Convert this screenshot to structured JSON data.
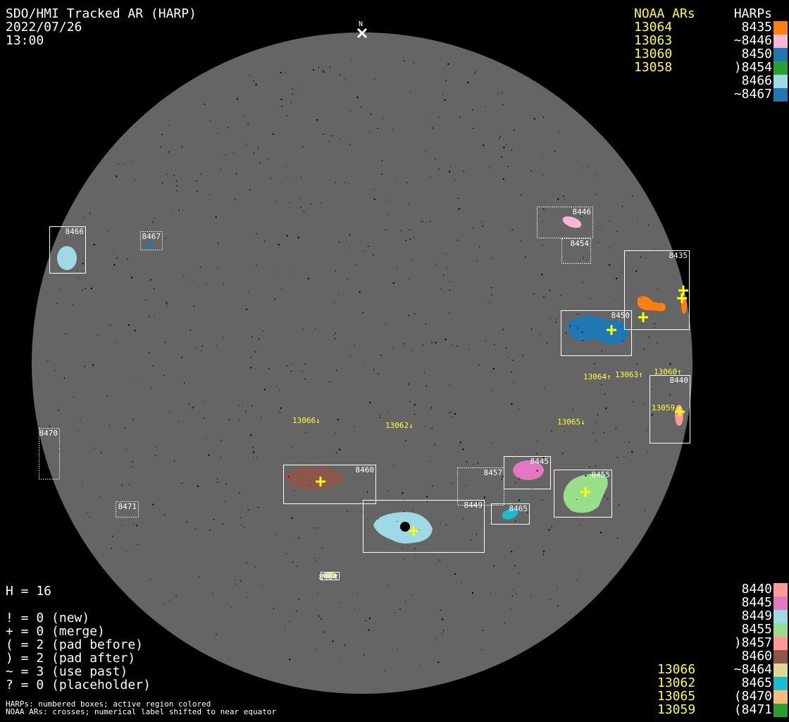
{
  "header": {
    "title": "SDO/HMI Tracked AR (HARP)",
    "date": "2022/07/26",
    "time": "13:00",
    "north_label": "N"
  },
  "legend_top": {
    "noaa_header": "NOAA ARs",
    "harp_header": "HARPs",
    "noaa": [
      "13064",
      "13063",
      "13060",
      "13058"
    ],
    "harps": [
      {
        "label": "8435",
        "color": "#ff7f0e"
      },
      {
        "label": "~8446",
        "color": "#f7b6d2"
      },
      {
        "label": "8450",
        "color": "#1f77b4"
      },
      {
        "label": ")8454",
        "color": "#2ca02c"
      },
      {
        "label": "8466",
        "color": "#9edae5"
      },
      {
        "label": "~8467",
        "color": "#1f77b4"
      }
    ]
  },
  "legend_bottom": {
    "noaa": [
      "13066",
      "13062",
      "13065",
      "13059"
    ],
    "harps": [
      {
        "label": "8440",
        "color": "#ff9896"
      },
      {
        "label": "8445",
        "color": "#e377c2"
      },
      {
        "label": "8449",
        "color": "#9edae5"
      },
      {
        "label": "8455",
        "color": "#98df8a"
      },
      {
        "label": ")8457",
        "color": "#ff9896"
      },
      {
        "label": "8460",
        "color": "#8c564b"
      },
      {
        "label": "~8464",
        "color": "#dbdb8d"
      },
      {
        "label": "8465",
        "color": "#17becf"
      },
      {
        "label": "(8470",
        "color": "#ffbb78"
      },
      {
        "label": "(8471",
        "color": "#2ca02c"
      }
    ]
  },
  "stats": {
    "h": "H = 16",
    "lines": [
      "! = 0 (new)",
      "+ = 0 (merge)",
      "( = 2 (pad before)",
      ") = 2 (pad after)",
      "~ = 3 (use past)",
      "? = 0 (placeholder)"
    ],
    "note1": "HARPs: numbered boxes; active region colored",
    "note2": "NOAA ARs: crosses; numerical label shifted to near equator"
  },
  "disk": {
    "harp_boxes": [
      "8466",
      "8467",
      "8446",
      "8454",
      "8435",
      "8450",
      "8440",
      "8470",
      "8471",
      "8460",
      "8449",
      "8457",
      "8445",
      "8465",
      "8455",
      "8464"
    ],
    "noaa_labels": [
      "13064↑",
      "13063↑",
      "13060↑",
      "13059↓",
      "13066↓",
      "13062↓",
      "13065↓"
    ]
  }
}
